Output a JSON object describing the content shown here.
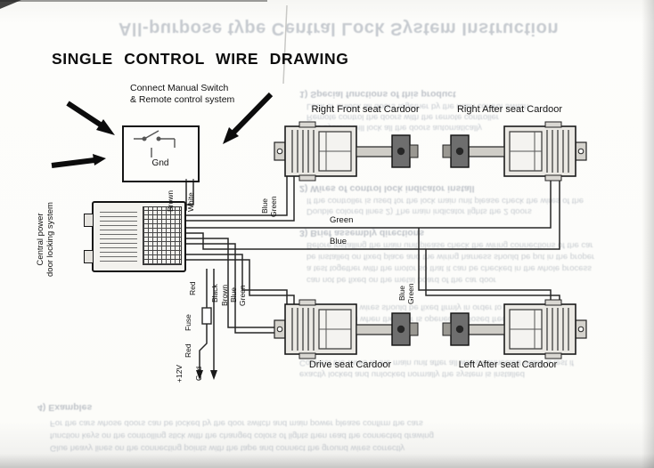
{
  "title": "SINGLE CONTROL WIRE DRAWING",
  "switch_note": {
    "line1": "Connect Manual Switch",
    "line2": "& Remote control system",
    "gnd": "Gnd"
  },
  "control_unit": {
    "line1": "Central power",
    "line2": "door locking system"
  },
  "actuators": {
    "top_left": "Right Front seat Cardoor",
    "top_right": "Right After seat Cardoor",
    "bottom_left": "Drive seat Cardoor",
    "bottom_right": "Left After seat Cardoor"
  },
  "wires": {
    "brown": "Brown",
    "white": "White",
    "blue_tl": "Blue",
    "green_tl": "Green",
    "green_bus": "Green",
    "blue_bus": "Blue",
    "blue_br": "Blue",
    "green_br": "Green",
    "red": "Red",
    "black": "Black",
    "brown2": "Brown",
    "blue2": "Blue",
    "green2": "Green",
    "fuse": "Fuse",
    "red2": "Red",
    "plus12v": "+12V",
    "gnd": "Gnd"
  },
  "ghost": {
    "title": "All-purpose type Central Lock System Instruction",
    "lines": [
      "1) Special functions of this product",
      "Lock or unlock all doors together by the main control switch",
      "Remote control the doors with the remote controller",
      "The system will lock all the doors automatically",
      "2) Wires of control lock indicator install",
      "If the controller is used for the lock main unit please check the wires of the",
      "Double colored lines 2) The main indicator lights the 2 doors",
      "3) Brief assembly directions",
      "Before installing the main unit please check the wiring connections of the car",
      "be installed on fixed place and the wiring harness should be put in the proper",
      "a test together with the motor so that it can be checked in the whole process",
      "can not be fixed on the metal board of the car door",
      "The connecting wires should be fixed firmly in order to make the wires not",
      "loose or broken when the door is opened or closed frequently",
      "Connect the wires to the main unit after all wires connected make a test if",
      "exactly locked and unlocked normally the system is installed",
      "4) Examples",
      "For the cars whose doors can be locked by the door switch and main power please confirm the cars",
      "function keys on the controlling stick with the changed colors of lights then read the connected drawing",
      "Glue heavy lines on the connecting points with the tape and connect the ground wires correctly"
    ]
  }
}
